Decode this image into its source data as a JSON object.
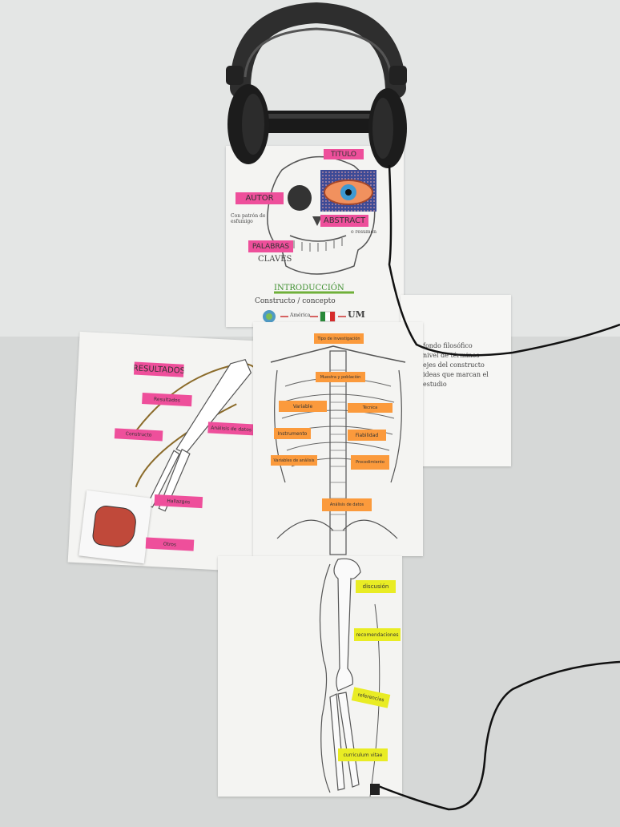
{
  "top_sheet": {
    "titulo": "TITULO",
    "autor": "AUTOR",
    "abstract": "ABSTRACT",
    "palabras": "PALABRAS",
    "claves": "CLAVES",
    "note_left": "Con patrón de esfumigo",
    "note_right": "o resumen",
    "intro_title": "INTRODUCCIÓN",
    "intro_sub": "Constructo / concepto",
    "intro_flow": "América",
    "intro_um": "UM"
  },
  "right_sheet": {
    "lines": [
      "fondo filosófico",
      "nivel de términos",
      "ejes del constructo",
      "ideas que marcan el",
      "estudio"
    ]
  },
  "left_sheet": {
    "title": "RESULTADOS",
    "notes": [
      "Resultados",
      "Constructo",
      "Análisis de datos",
      "Hallazgos",
      "Otros"
    ]
  },
  "center_sheet": {
    "notes": [
      "Tipo de investigación",
      "Muestra y población",
      "Variable",
      "Instrumento",
      "Variables de análisis",
      "Técnica",
      "Fiabilidad",
      "Procedimiento",
      "Análisis de datos"
    ]
  },
  "bottom_sheet": {
    "notes": [
      "discusión",
      "recomendaciones",
      "referencias",
      "curriculum vitae"
    ]
  }
}
